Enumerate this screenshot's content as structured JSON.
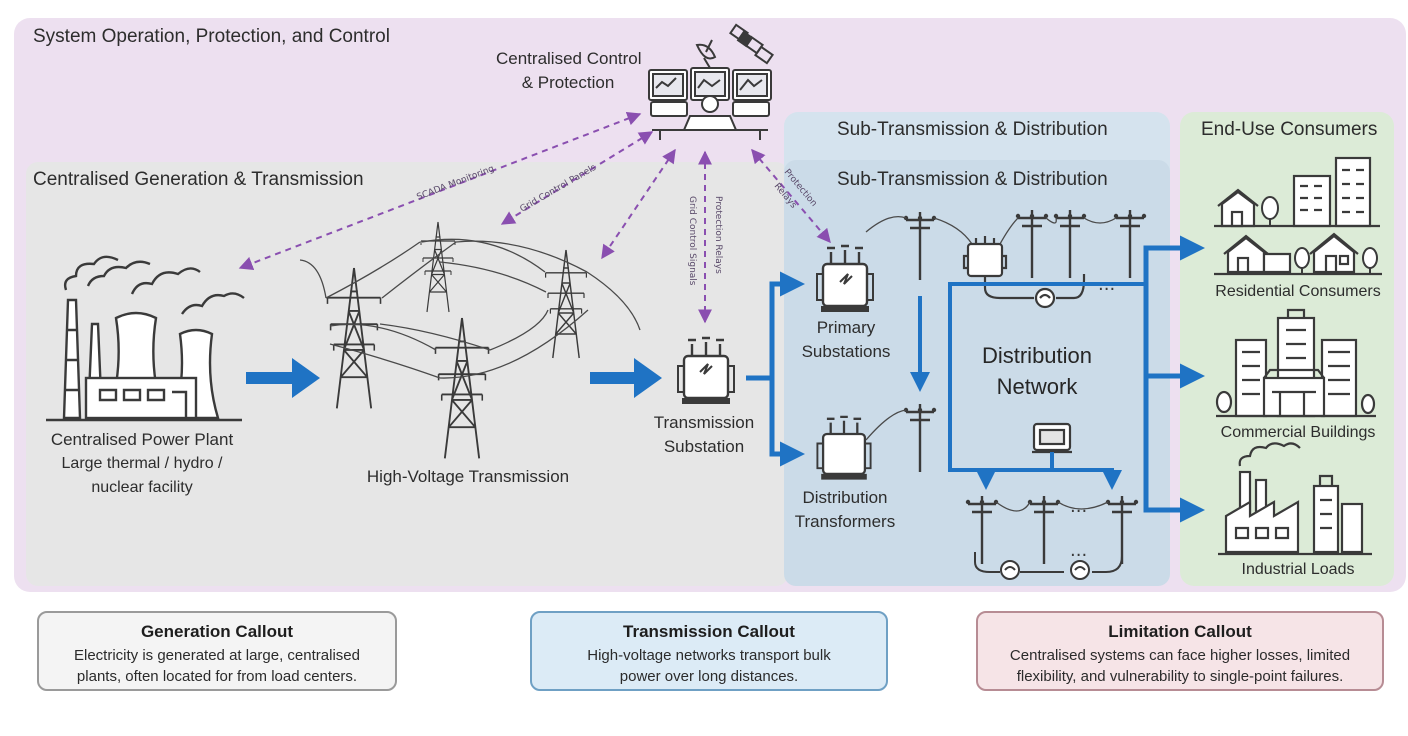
{
  "zones": {
    "system": "System Operation, Protection, and Control",
    "generation": "Centralised Generation & Transmission",
    "sub_outer": "Sub-Transmission & Distribution",
    "sub_inner": "Sub-Transmission & Distribution",
    "end_use": "End-Use Consumers"
  },
  "control": {
    "line1": "Centralised Control",
    "line2": "& Protection"
  },
  "links": {
    "scada": "SCADA Monitoring",
    "grid": "Grid Control Panels",
    "signals_1": "Grid Control Signals",
    "signals_2": "Protection Relays",
    "protection_1": "Protection",
    "protection_2": "Relays"
  },
  "nodes": {
    "plant": {
      "title": "Centralised Power Plant",
      "line2": "Large thermal / hydro /",
      "line3": "nuclear facility"
    },
    "hv": "High-Voltage Transmission",
    "trans_sub": {
      "line1": "Transmission",
      "line2": "Substation"
    },
    "primary": {
      "line1": "Primary",
      "line2": "Substations"
    },
    "dist_tx": {
      "line1": "Distribution",
      "line2": "Transformers"
    },
    "network": {
      "line1": "Distribution",
      "line2": "Network"
    },
    "ellipsis": "...",
    "residential": "Residential Consumers",
    "commercial": "Commercial Buildings",
    "industrial": "Industrial Loads"
  },
  "callouts": {
    "generation": {
      "title": "Generation Callout",
      "line1": "Electricity is generated at large, centralised",
      "line2": "plants, often located for from load centers."
    },
    "transmission": {
      "title": "Transmission Callout",
      "line1": "High-voltage networks transport bulk",
      "line2": "power over long distances."
    },
    "limitation": {
      "title": "Limitation Callout",
      "line1": "Centralised systems can face higher losses, limited",
      "line2": "flexibility, and vulnerability to single-point failures."
    }
  },
  "colors": {
    "flow_arrow": "#1f73c4",
    "control_link": "#8a4fb0",
    "line_art": "#3a3a3a"
  },
  "icons": [
    "satellite-icon",
    "satellite-dish-icon",
    "control-room-icon",
    "power-plant-icon",
    "transmission-tower-icon",
    "substation-icon",
    "transformer-icon",
    "utility-pole-icon",
    "house-icon",
    "office-building-icon",
    "factory-icon",
    "tree-icon"
  ]
}
